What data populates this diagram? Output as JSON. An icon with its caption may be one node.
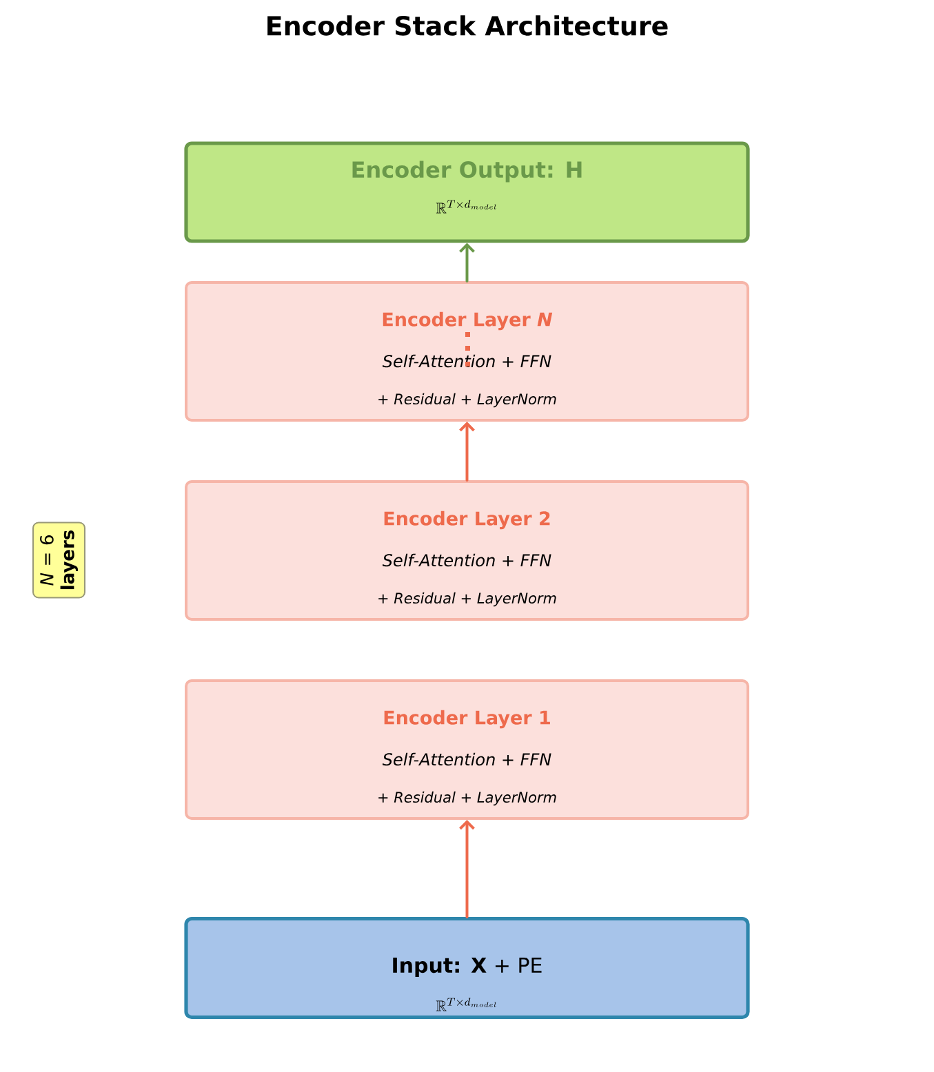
{
  "diagram": {
    "title": "Encoder Stack Architecture",
    "nodes": [
      {
        "text": [
          "Encoder Output: H",
          "\\mathbb{R}^{T \\times d_{model}}"
        ]
      },
      {
        "text": [
          "Encoder Layer *N*",
          "Self-Attention + FFN",
          "+ Residual + LayerNorm"
        ]
      },
      {
        "text": [
          "Encoder Layer 2",
          "Self-Attention + FFN",
          "+ Residual + LayerNorm"
        ]
      },
      {
        "text": [
          "Encoder Layer 1",
          "Self-Attention + FFN",
          "+ Residual + LayerNorm"
        ]
      },
      {
        "text": [
          "**Input: X** + PE",
          "\\mathbb{R}^{T \\times d_{model}}"
        ]
      },
      {
        "text": [
          "*N* = 6 **layers**"
        ]
      }
    ],
    "edges": [
      {
        "from": 1,
        "to": 0,
        "arrow": "to",
        "color": "#6a994a"
      },
      {
        "from": 2,
        "to": 1,
        "arrow": "to"
      },
      {
        "from": 4,
        "to": 3,
        "arrow": "to"
      }
    ]
  }
}
